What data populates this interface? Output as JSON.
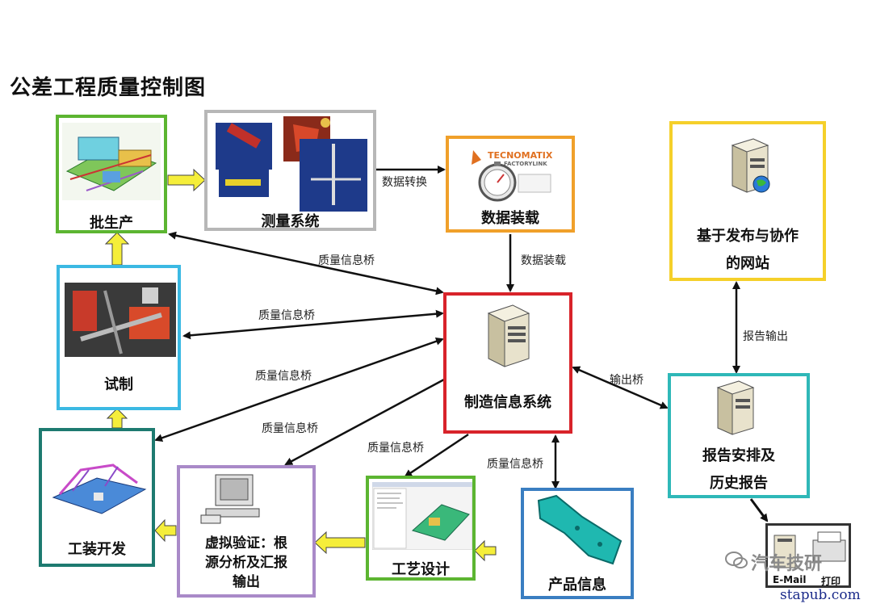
{
  "title": "公差工程质量控制图",
  "nodes": {
    "batch_production": "批生产",
    "measurement_system": "测量系统",
    "data_loading": "数据装载",
    "publish_site_line1": "基于发布与协作",
    "publish_site_line2": "的网站",
    "trial_production": "试制",
    "mes": "制造信息系统",
    "report_line1": "报告安排及",
    "report_line2": "历史报告",
    "tooling": "工装开发",
    "virtual_line1": "虚拟验证：根",
    "virtual_line2": "源分析及汇报",
    "virtual_line3": "输出",
    "process_design": "工艺设计",
    "product_info": "产品信息"
  },
  "edge_labels": {
    "data_convert": "数据转换",
    "data_load": "数据装载",
    "qb1": "质量信息桥",
    "qb2": "质量信息桥",
    "qb3": "质量信息桥",
    "qb4": "质量信息桥",
    "qb5": "质量信息桥",
    "qb6": "质量信息桥",
    "report_output": "报告输出",
    "output_bridge": "输出桥"
  },
  "logo": {
    "brand": "TECNOMATIX",
    "sub": "FACTORYLINK"
  },
  "outputs": {
    "email": "E-Mail",
    "print": "打印"
  },
  "watermark": "汽车技研",
  "site": "stapub.com",
  "colors": {
    "green": "#5cb531",
    "gray": "#b7b7b7",
    "orange": "#f0a02a",
    "yellow": "#f5d02a",
    "cyan": "#3bb9e3",
    "red": "#d8232a",
    "teal": "#2fb8b8",
    "darkteal": "#1d7a70",
    "purple": "#a98ac8",
    "blue": "#3a7ec1"
  }
}
